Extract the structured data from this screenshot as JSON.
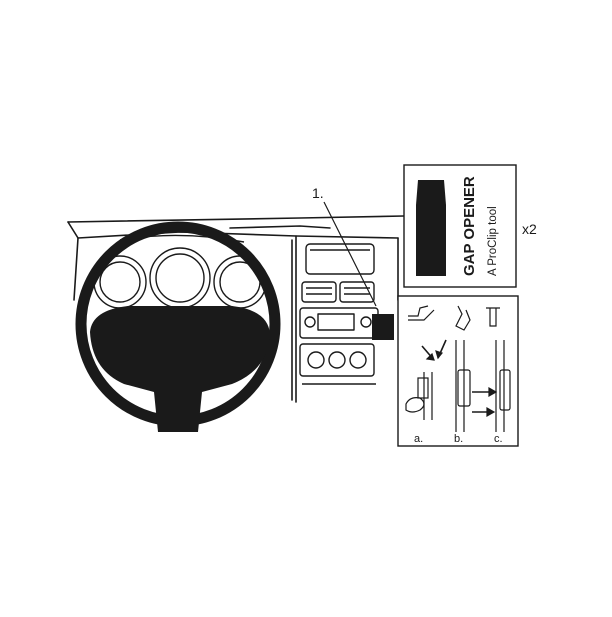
{
  "diagram": {
    "callout_label": "1.",
    "tool_badge": {
      "title": "GAP OPENER",
      "subtitle": "A ProClip tool",
      "quantity": "x2"
    },
    "install_steps": {
      "labels": [
        "a.",
        "b.",
        "c."
      ]
    },
    "icons": {
      "tool": "gap-opener-tool-icon",
      "step_pry": "pry-tool-icon",
      "step_hook": "hook-tool-icon",
      "step_clip": "clip-tool-icon"
    },
    "colors": {
      "line": "#1a1a1a",
      "fill": "#1a1a1a",
      "background": "#ffffff"
    }
  }
}
